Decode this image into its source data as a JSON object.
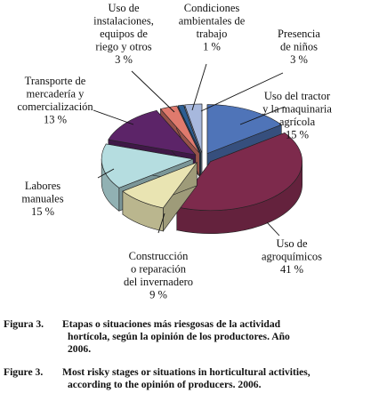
{
  "chart_data": {
    "type": "pie",
    "style": "3d-exploded",
    "categories": [
      "Uso del tractor y la maquinaria agrícola",
      "Uso de agroquímicos",
      "Construcción o reparación del invernadero",
      "Labores manuales",
      "Transporte de mercadería y comercialización",
      "Uso de instalaciones, equipos de riego y otros",
      "Condiciones ambientales de trabajo",
      "Presencia de niños"
    ],
    "values": [
      15,
      41,
      9,
      15,
      13,
      3,
      1,
      3
    ],
    "colors": [
      "#4f74b8",
      "#7d2a4c",
      "#e9e4b2",
      "#b5dde0",
      "#5c2468",
      "#e07a6d",
      "#2c5e93",
      "#a7b8dd"
    ],
    "labels": [
      {
        "lines": [
          "Uso del tractor",
          "y la maquinaria",
          "agrícola"
        ],
        "pct": "15 %"
      },
      {
        "lines": [
          "Uso de",
          "agroquímicos"
        ],
        "pct": "41 %"
      },
      {
        "lines": [
          "Construcción",
          "o reparación",
          "del invernadero"
        ],
        "pct": "9 %"
      },
      {
        "lines": [
          "Labores",
          "manuales"
        ],
        "pct": "15 %"
      },
      {
        "lines": [
          "Transporte de",
          "mercadería y",
          "comercialización"
        ],
        "pct": "13 %"
      },
      {
        "lines": [
          "Uso de",
          "instalaciones,",
          "equipos de",
          "riego y otros"
        ],
        "pct": "3 %"
      },
      {
        "lines": [
          "Condiciones",
          "ambientales de",
          "trabajo"
        ],
        "pct": "1 %"
      },
      {
        "lines": [
          "Presencia",
          "de niños"
        ],
        "pct": "3 %"
      }
    ]
  },
  "caption": {
    "es_lead": "Figura 3.",
    "es_line1": "Etapas o situaciones más riesgosas de la actividad",
    "es_line2": "hortícola, según la opinión de los productores. Año",
    "es_line3": "2006.",
    "en_lead": "Figure 3.",
    "en_line1": "Most risky stages or situations in horticultural activities,",
    "en_line2": "according to the opinión of producers. 2006."
  }
}
